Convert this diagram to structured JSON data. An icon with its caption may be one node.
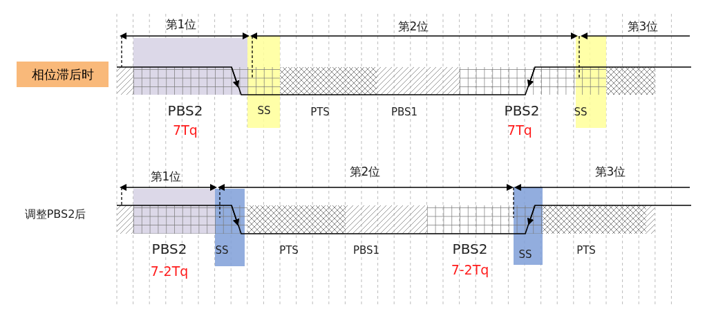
{
  "diagram": {
    "nodes": [
      {
        "text": [
          "相位滞后时"
        ]
      }
    ],
    "edges": [],
    "labels": [
      "第1位",
      "第2位",
      "第3位",
      "PBS2",
      "SS",
      "PTS",
      "PBS1",
      "PBS2",
      "SS",
      "7Tq",
      "7Tq",
      "第1位",
      "第2位",
      "第3位",
      "调整PBS2后",
      "PBS2",
      "SS",
      "PTS",
      "PBS1",
      "PBS2",
      "SS",
      "PTS",
      "7-2Tq",
      "7-2Tq"
    ]
  }
}
